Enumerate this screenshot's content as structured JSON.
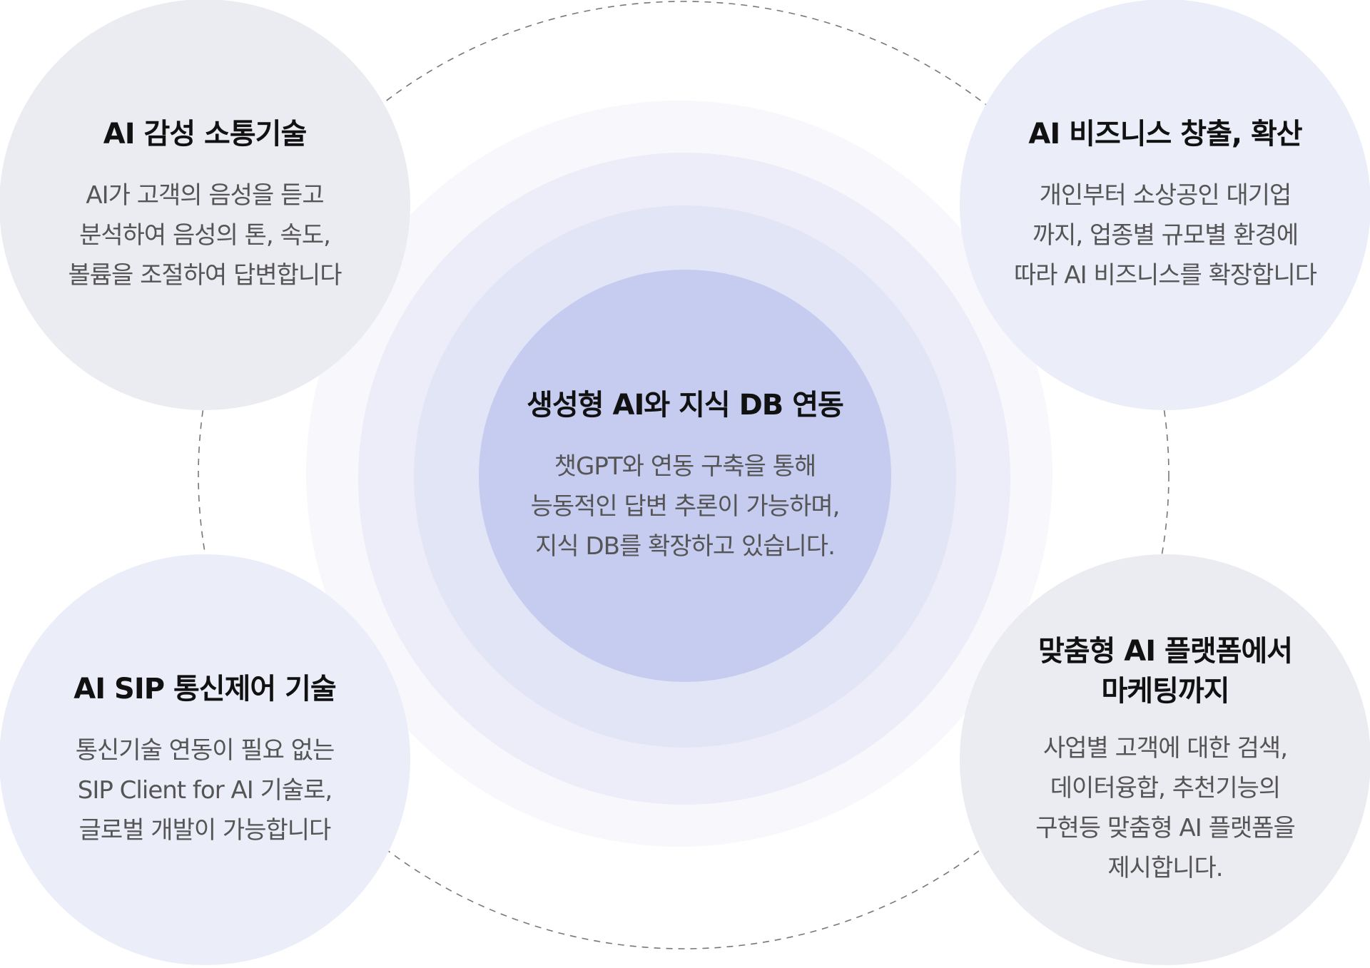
{
  "center": {
    "title": "생성형 AI와 지식 DB 연동",
    "lines": [
      "챗GPT와 연동 구축을 통해",
      "능동적인 답변 추론이 가능하며,",
      "지식 DB를 확장하고 있습니다."
    ]
  },
  "nodes": [
    {
      "id": "top-left",
      "title": "AI 감성 소통기술",
      "lines": [
        "AI가 고객의 음성을 듣고",
        "분석하여 음성의 톤, 속도,",
        "볼륨을 조절하여 답변합니다"
      ]
    },
    {
      "id": "top-right",
      "title": "AI 비즈니스 창출, 확산",
      "lines": [
        "개인부터 소상공인 대기업",
        "까지, 업종별 규모별 환경에",
        "따라 AI 비즈니스를 확장합니다"
      ]
    },
    {
      "id": "bottom-left",
      "title": "AI SIP 통신제어 기술",
      "lines": [
        "통신기술 연동이 필요 없는",
        "SIP Client for AI 기술로,",
        "글로벌 개발이 가능합니다"
      ]
    },
    {
      "id": "bottom-right",
      "title_lines": [
        "맞춤형 AI 플랫폼에서",
        "마케팅까지"
      ],
      "lines": [
        "사업별 고객에 대한 검색,",
        "데이터융합, 추천기능의",
        "구현등 맞춤형 AI 플랫폼을",
        "제시합니다."
      ]
    }
  ],
  "colors": {
    "ring_outer": "#f7f7fc",
    "ring_2": "#ededf9",
    "ring_3": "#e2e5f6",
    "ring_core": "#c5ccef",
    "node_gray": "#ebebf2",
    "node_lavender": "#ebedf9",
    "title_text": "#111111",
    "body_text": "#555555",
    "dash_line": "#777777"
  }
}
